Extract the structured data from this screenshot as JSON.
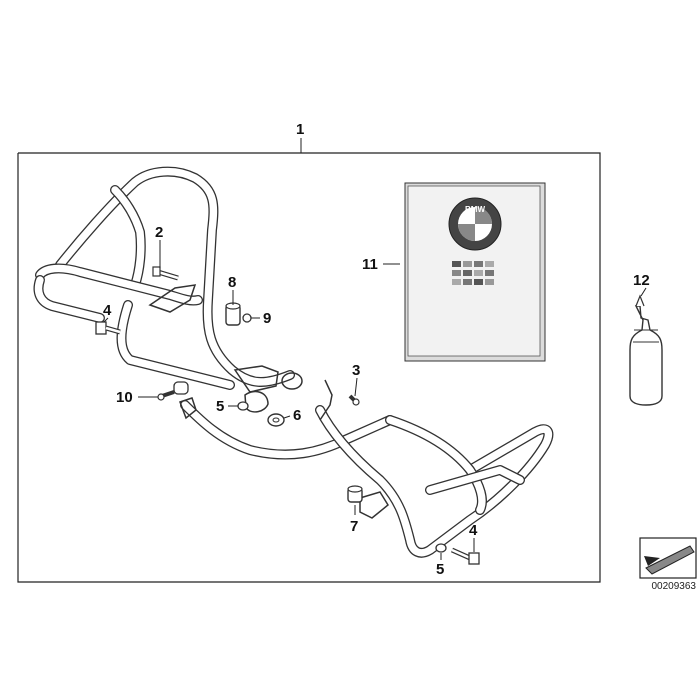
{
  "diagram": {
    "callouts": [
      {
        "id": "c1",
        "label": "1"
      },
      {
        "id": "c2",
        "label": "2"
      },
      {
        "id": "c3",
        "label": "3"
      },
      {
        "id": "c4a",
        "label": "4"
      },
      {
        "id": "c4b",
        "label": "4"
      },
      {
        "id": "c5a",
        "label": "5"
      },
      {
        "id": "c5b",
        "label": "5"
      },
      {
        "id": "c6",
        "label": "6"
      },
      {
        "id": "c7",
        "label": "7"
      },
      {
        "id": "c8",
        "label": "8"
      },
      {
        "id": "c9",
        "label": "9"
      },
      {
        "id": "c10",
        "label": "10"
      },
      {
        "id": "c11",
        "label": "11"
      },
      {
        "id": "c12",
        "label": "12"
      }
    ],
    "manual_brand_logo": "BMW",
    "document_id": "00209363",
    "colors": {
      "line": "#333333",
      "background": "#ffffff",
      "manual_cover": "#f2f2f2"
    },
    "icons": [
      "bmw-logo-icon",
      "flag-row-icon",
      "bottle-icon",
      "arrow-corner-icon"
    ]
  }
}
